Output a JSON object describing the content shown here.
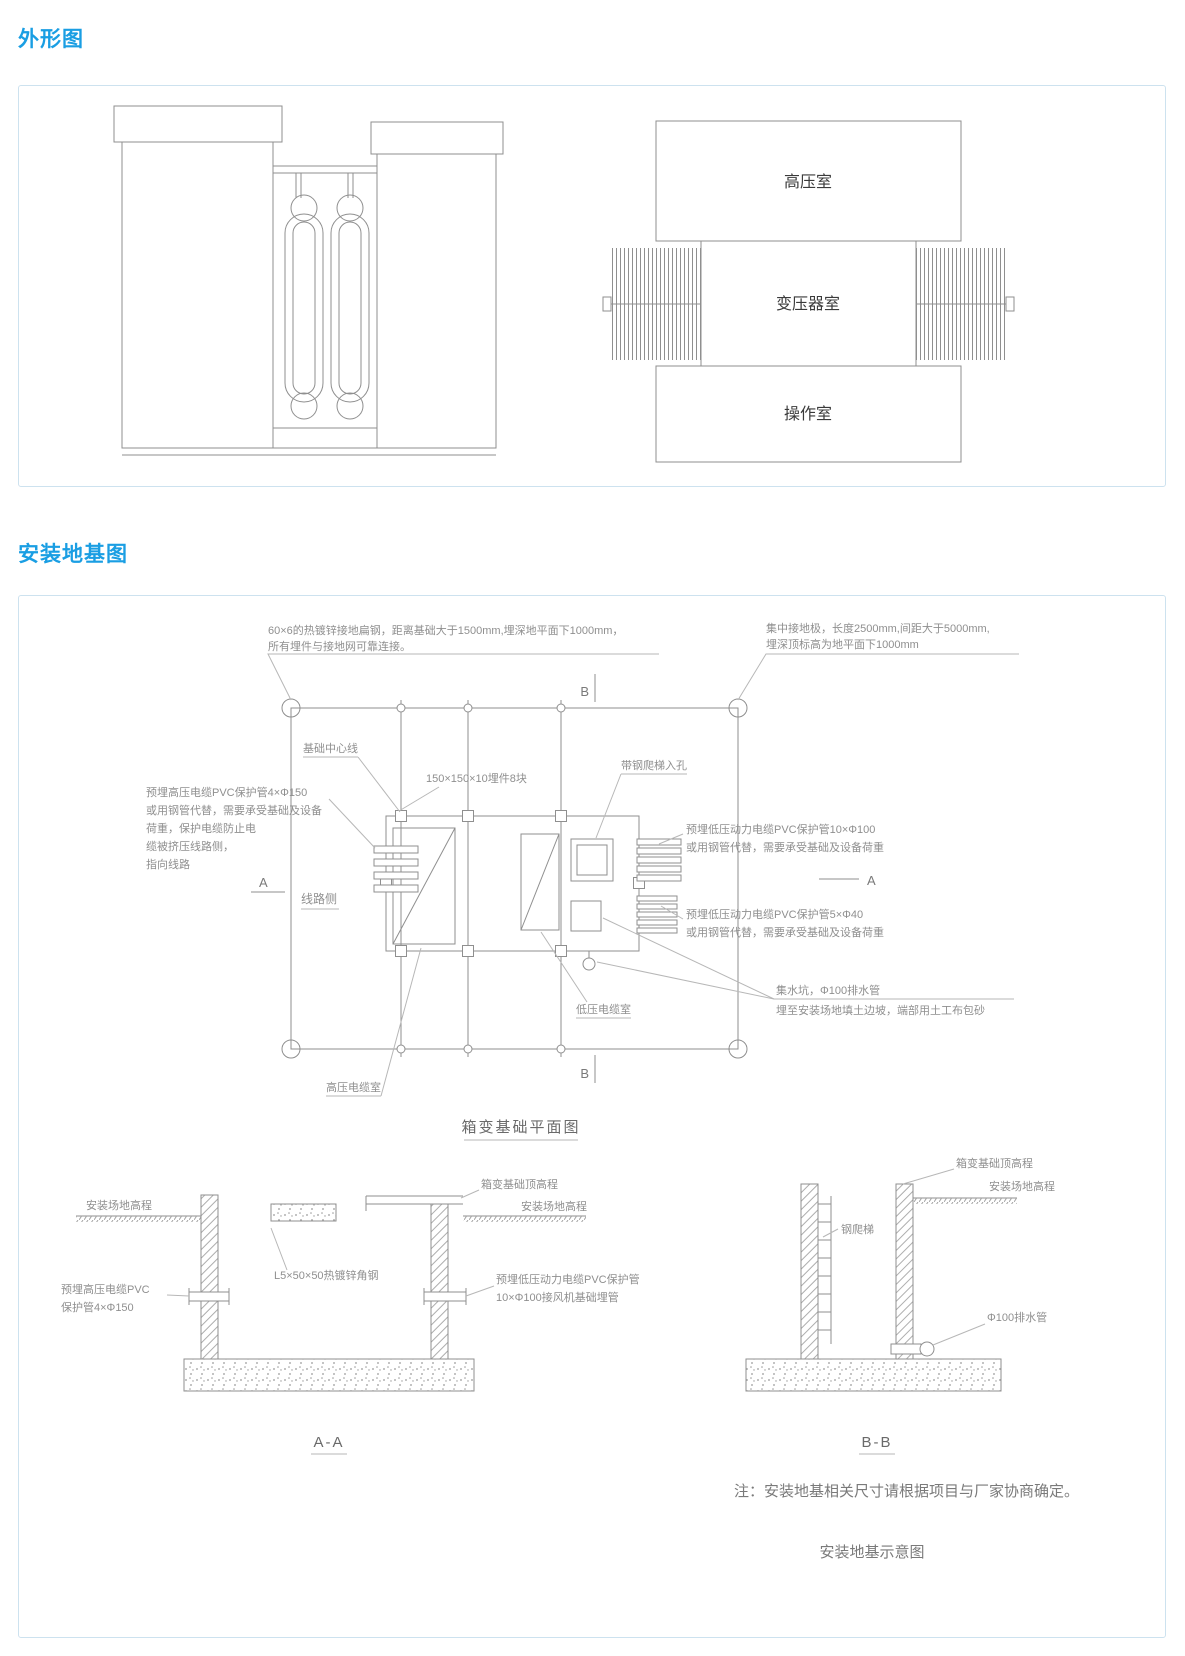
{
  "page": {
    "section1_title": "外形图",
    "section2_title": "安装地基图",
    "accent_color": "#1a9ee3",
    "line_color": "#8f8f8f"
  },
  "outline": {
    "room_hv": "高压室",
    "room_transformer": "变压器室",
    "room_operation": "操作室"
  },
  "plan": {
    "ground_strip_line1": "60×6的热镀锌接地扁钢，距离基础大于1500mm,埋深地平面下1000mm，",
    "ground_strip_line2": "所有埋件与接地网可靠连接。",
    "electrode_line1": "集中接地极，长度2500mm,间距大于5000mm,",
    "electrode_line2": "埋深顶标高为地平面下1000mm",
    "center_line": "基础中心线",
    "embed_parts": "150×150×10埋件8块",
    "ladder_hole": "带钢爬梯入孔",
    "hv_pvc_line1": "预埋高压电缆PVC保护管4×Φ150",
    "hv_pvc_line2": "或用钢管代替，需要承受基础及设备",
    "hv_pvc_line3": "荷重，保护电缆防止电",
    "hv_pvc_line4": "缆被挤压线路侧，",
    "hv_pvc_line5": "指向线路",
    "line_side": "线路侧",
    "lv100_line1": "预埋低压动力电缆PVC保护管10×Φ100",
    "lv100_line2": "或用钢管代替，需要承受基础及设备荷重",
    "lv40_line1": "预埋低压动力电缆PVC保护管5×Φ40",
    "lv40_line2": "或用钢管代替，需要承受基础及设备荷重",
    "sump_line1": "集水坑，Φ100排水管",
    "sump_line2": "埋至安装场地填土边坡，端部用土工布包砂",
    "lv_cable_room": "低压电缆室",
    "hv_cable_room": "高压电缆室",
    "mark_a": "A",
    "mark_b": "B",
    "title": "箱变基础平面图"
  },
  "section_aa": {
    "site_elev_left": "安装场地高程",
    "top_elev": "箱变基础顶高程",
    "site_elev_right": "安装场地高程",
    "hv_pvc_line1": "预埋高压电缆PVC",
    "hv_pvc_line2": "保护管4×Φ150",
    "angle_steel": "L5×50×50热镀锌角钢",
    "lv_pvc_line1": "预埋低压动力电缆PVC保护管",
    "lv_pvc_line2": "10×Φ100接风机基础埋管",
    "title": "A-A"
  },
  "section_bb": {
    "top_elev": "箱变基础顶高程",
    "site_elev": "安装场地高程",
    "ladder": "钢爬梯",
    "drain": "Φ100排水管",
    "title": "B-B"
  },
  "footer": {
    "note": "注：安装地基相关尺寸请根据项目与厂家协商确定。",
    "caption": "安装地基示意图"
  }
}
